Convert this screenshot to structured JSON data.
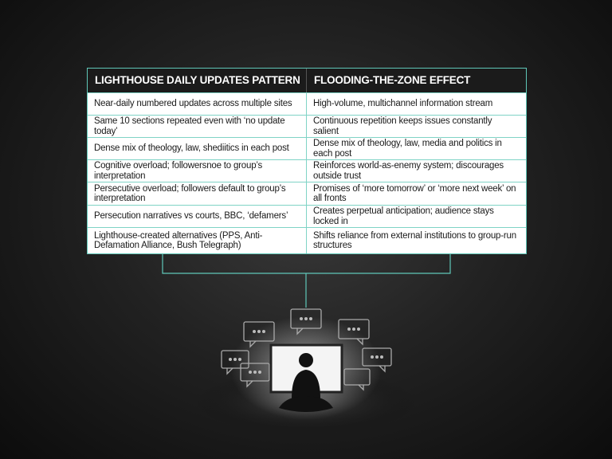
{
  "table": {
    "headers": [
      "LIGHTHOUSE DAILY UPDATES PATTERN",
      "FLOODING-THE-ZONE EFFECT"
    ],
    "rows": [
      [
        "Near-daily numbered updates across multiple sites",
        "High-volume, multichannel information stream"
      ],
      [
        "Same 10 sections repeated even with ‘no update today’",
        "Continuous repetition keeps issues constantly salient"
      ],
      [
        "Dense mix of theology, law,  shediitics in each post",
        "Dense mix of theology, law, media and politics in each post"
      ],
      [
        "Cognitive overload; followersnoe to group’s interpretation",
        "Reinforces world-as-enemy system; discourages outside trust"
      ],
      [
        "Persecutive overload; followers default to group’s interpretation",
        "Promises of ‘more tomorrow’ or ‘more next week’ on all fronts"
      ],
      [
        "Persecution narratives vs courts, BBC, ‘defamers’",
        "Creates perpetual anticipation; audience stays locked in"
      ],
      [
        "Lighthouse-created alternatives (PPS, Anti-Defamation Alliance, Bush Telegraph)",
        "Shifts reliance from external institutions to group-run structures"
      ]
    ]
  },
  "colors": {
    "accent": "#5fc7b8",
    "header_bg": "#1b1b1b"
  }
}
